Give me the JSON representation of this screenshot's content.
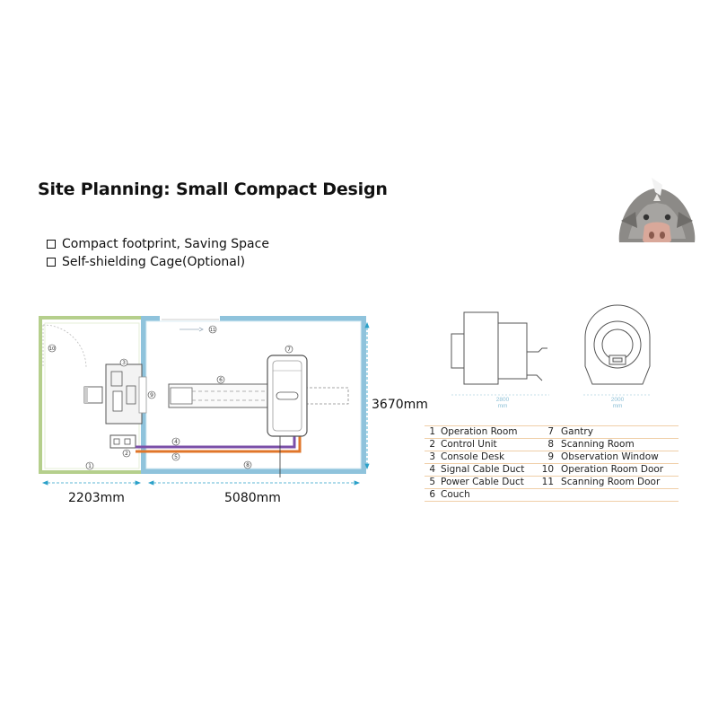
{
  "title": "Site Planning: Small Compact Design",
  "bullets": [
    "Compact footprint, Saving Space",
    "Self-shielding Cage(Optional)"
  ],
  "dimensions": {
    "operation_width": "2203mm",
    "scanning_width": "5080mm",
    "room_depth": "3670mm"
  },
  "plan_markers": [
    "1",
    "2",
    "3",
    "4",
    "5",
    "6",
    "7",
    "8",
    "9",
    "10",
    "11"
  ],
  "gantry_views": {
    "side_caption": "2800\nmm",
    "front_caption": "2000\nmm"
  },
  "legend": [
    {
      "n1": "1",
      "l1": "Operation Room",
      "n2": "7",
      "l2": "Gantry"
    },
    {
      "n1": "2",
      "l1": "Control Unit",
      "n2": "8",
      "l2": "Scanning Room"
    },
    {
      "n1": "3",
      "l1": "Console Desk",
      "n2": "9",
      "l2": "Observation Window"
    },
    {
      "n1": "4",
      "l1": "Signal Cable Duct",
      "n2": "10",
      "l2": "Operation Room Door"
    },
    {
      "n1": "5",
      "l1": "Power Cable Duct",
      "n2": "11",
      "l2": "Scanning Room Door"
    },
    {
      "n1": "6",
      "l1": "Couch",
      "n2": "",
      "l2": ""
    }
  ],
  "colors": {
    "operation_wall": "#b5cf8c",
    "scanning_wall": "#8fc3dc",
    "signal_duct": "#7b4fa8",
    "power_duct": "#e0762a",
    "legend_rule": "#f0cfa8"
  }
}
